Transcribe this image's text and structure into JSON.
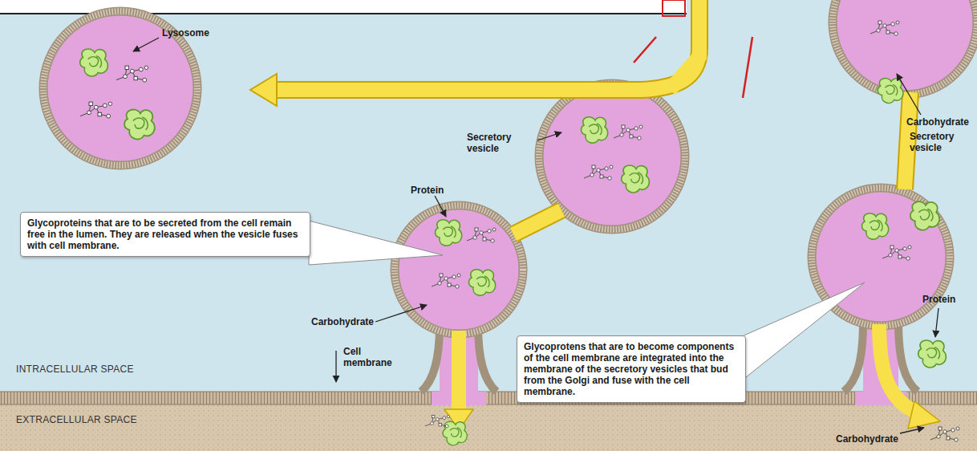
{
  "diagram": {
    "nodes": [
      {
        "text": [
          "Glycoproteins that are to be secreted from the cell remain free in the lumen. They are released when the vesicle fuses with cell membrane."
        ]
      },
      {
        "text": [
          "Glycoprotens that are to become components of the cell membrane are integrated into the membrane of the secretory vesicles that bud from the Golgi and fuse with the cell membrane."
        ]
      }
    ],
    "labels": [
      "Lysosome",
      "Secretory vesicle",
      "Carbohydrate",
      "Secretory vesicle",
      "Protein",
      "Carbohydrate",
      "INTRACELLULAR SPACE",
      "Cell membrane",
      "EXTRACELLULAR SPACE",
      "Protein",
      "Carbohydrate"
    ]
  }
}
